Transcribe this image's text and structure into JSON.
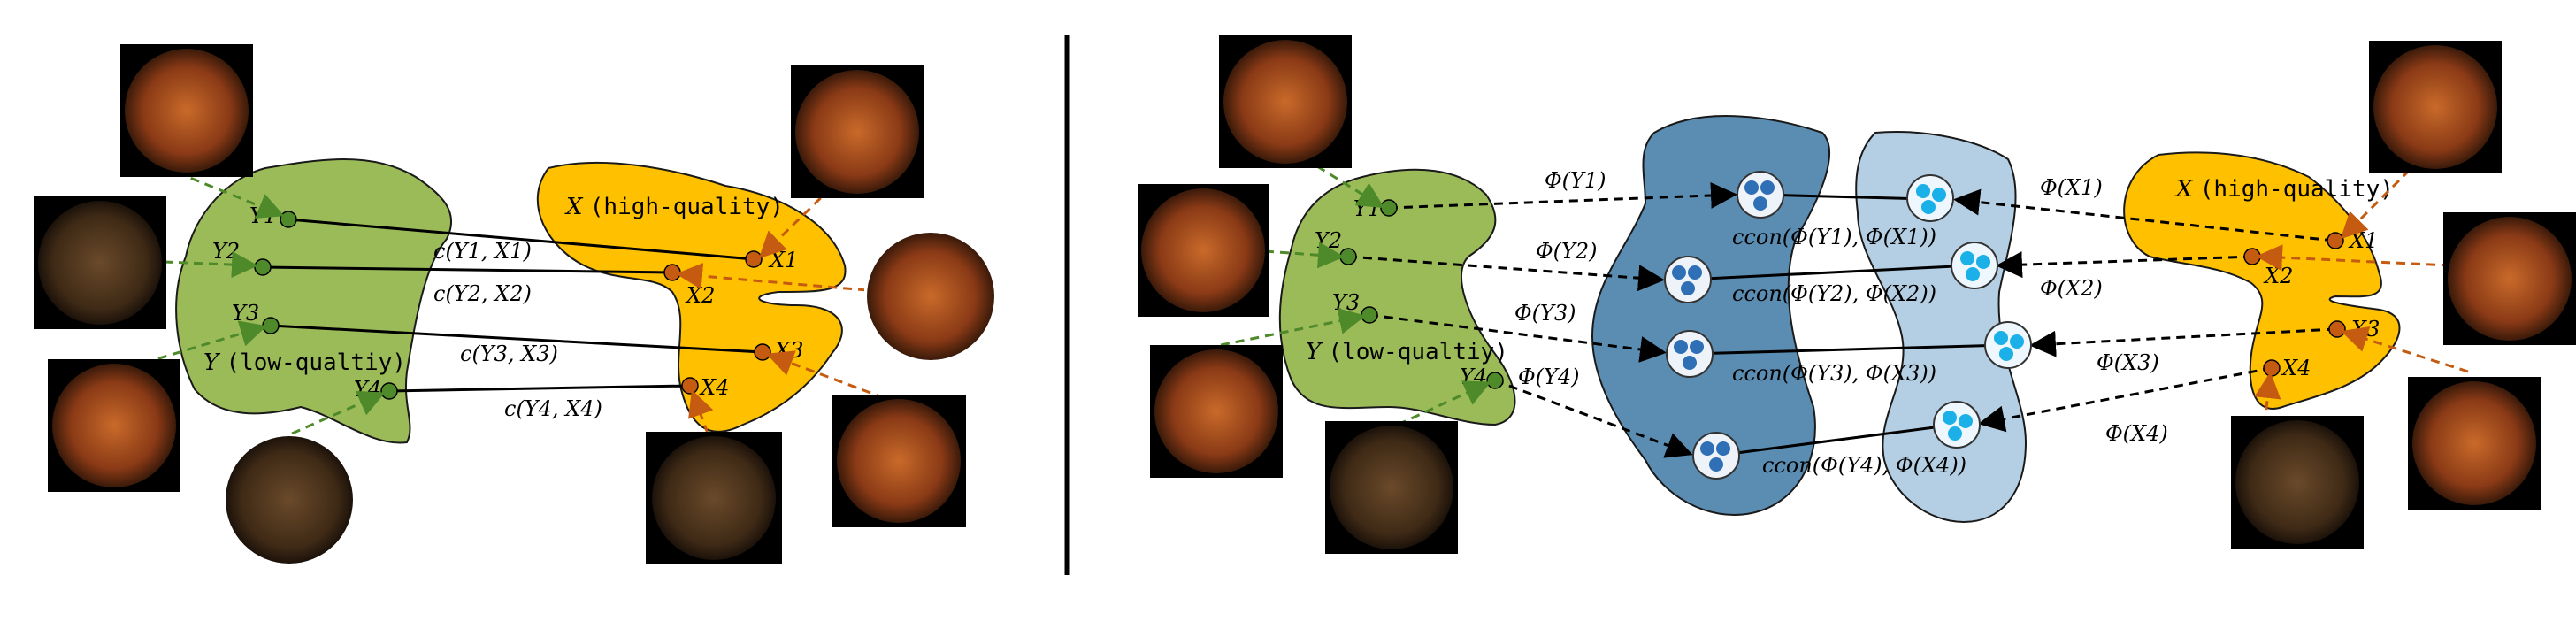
{
  "left_panel": {
    "y_domain_label": "Y",
    "y_domain_desc": "(low-qualtiy)",
    "x_domain_label": "X",
    "x_domain_desc": "(high-quality)",
    "y_points": [
      "Y1",
      "Y2",
      "Y3",
      "Y4"
    ],
    "x_points": [
      "X1",
      "X2",
      "X3",
      "X4"
    ],
    "cost_labels": [
      "c(Y1, X1)",
      "c(Y2, X2)",
      "c(Y3, X3)",
      "c(Y4, X4)"
    ]
  },
  "right_panel": {
    "y_domain_label": "Y",
    "y_domain_desc": "(low-qualtiy)",
    "x_domain_label": "X",
    "x_domain_desc": "(high-quality)",
    "y_points": [
      "Y1",
      "Y2",
      "Y3",
      "Y4"
    ],
    "x_points": [
      "X1",
      "X2",
      "X3",
      "X4"
    ],
    "phi_y_labels": [
      "Φ(Y1)",
      "Φ(Y2)",
      "Φ(Y3)",
      "Φ(Y4)"
    ],
    "phi_x_labels": [
      "Φ(X1)",
      "Φ(X2)",
      "Φ(X3)",
      "Φ(X4)"
    ],
    "ccon_labels": [
      "ccon(Φ(Y1), Φ(X1))",
      "ccon(Φ(Y2), Φ(X2))",
      "ccon(Φ(Y3), Φ(X3))",
      "ccon(Φ(Y4), Φ(X4))"
    ]
  },
  "colors": {
    "y_domain": "#9bbb59",
    "x_domain": "#ffc000",
    "y_point": "#4e8a2a",
    "x_point": "#c55a11",
    "feature_y_space": "#5b8db3",
    "feature_x_space": "#b4cfe3",
    "feature_y_dots": "#2f6fb5",
    "feature_x_dots": "#1cb0e8"
  }
}
